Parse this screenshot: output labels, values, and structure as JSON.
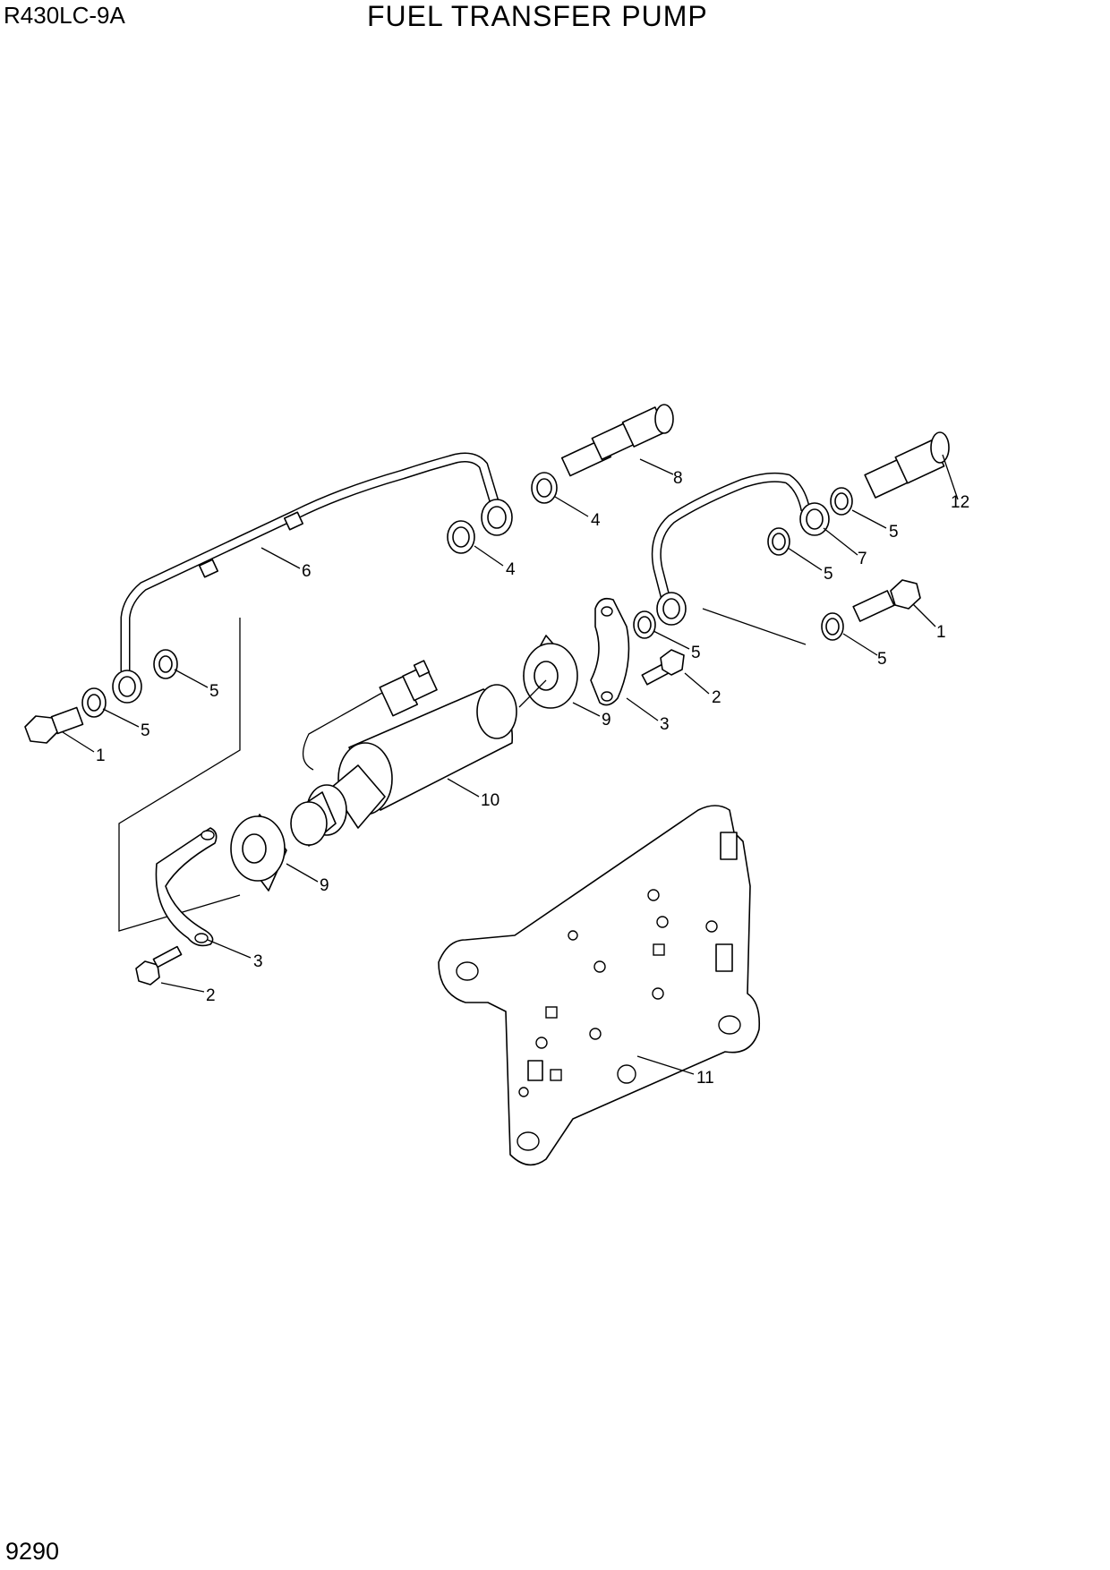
{
  "header": {
    "model": "R430LC-9A",
    "title": "FUEL TRANSFER PUMP"
  },
  "footer": {
    "page_number": "9290"
  },
  "callouts": [
    {
      "id": "c1a",
      "label": "1"
    },
    {
      "id": "c1b",
      "label": "1"
    },
    {
      "id": "c2a",
      "label": "2"
    },
    {
      "id": "c2b",
      "label": "2"
    },
    {
      "id": "c3a",
      "label": "3"
    },
    {
      "id": "c3b",
      "label": "3"
    },
    {
      "id": "c4a",
      "label": "4"
    },
    {
      "id": "c4b",
      "label": "4"
    },
    {
      "id": "c5a",
      "label": "5"
    },
    {
      "id": "c5b",
      "label": "5"
    },
    {
      "id": "c5c",
      "label": "5"
    },
    {
      "id": "c5d",
      "label": "5"
    },
    {
      "id": "c5e",
      "label": "5"
    },
    {
      "id": "c5f",
      "label": "5"
    },
    {
      "id": "c6",
      "label": "6"
    },
    {
      "id": "c7",
      "label": "7"
    },
    {
      "id": "c8",
      "label": "8"
    },
    {
      "id": "c9a",
      "label": "9"
    },
    {
      "id": "c9b",
      "label": "9"
    },
    {
      "id": "c10",
      "label": "10"
    },
    {
      "id": "c11",
      "label": "11"
    },
    {
      "id": "c12",
      "label": "12"
    }
  ]
}
